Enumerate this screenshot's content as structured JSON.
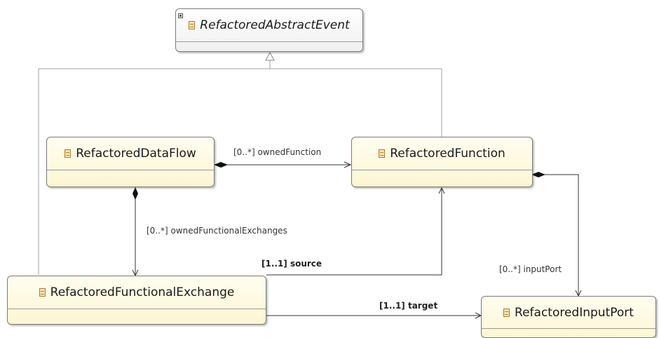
{
  "classes": {
    "abstract_event": {
      "name": "RefactoredAbstractEvent",
      "icon": "class-icon",
      "abstract": true
    },
    "data_flow": {
      "name": "RefactoredDataFlow",
      "icon": "class-icon"
    },
    "function": {
      "name": "RefactoredFunction",
      "icon": "class-icon"
    },
    "functional_exchange": {
      "name": "RefactoredFunctionalExchange",
      "icon": "class-icon"
    },
    "input_port": {
      "name": "RefactoredInputPort",
      "icon": "class-icon"
    }
  },
  "associations": {
    "owned_function": "[0..*] ownedFunction",
    "owned_functional_exchanges": "[0..*] ownedFunctionalExchanges",
    "source": "[1..1] source",
    "input_port": "[0..*] inputPort",
    "target": "[1..1] target"
  },
  "colors": {
    "box_fill": "#fdf6d2",
    "abstract_fill": "#f0f0f0",
    "line": "#333333",
    "generalization_line": "#a0a0a0"
  }
}
